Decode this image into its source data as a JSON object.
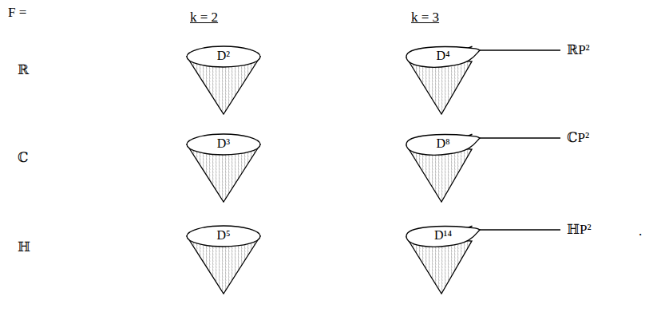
{
  "diagram": {
    "nodes": [
      {
        "text": [
          "D²"
        ]
      },
      {
        "text": [
          "D⁴"
        ]
      },
      {
        "text": [
          "D³"
        ]
      },
      {
        "text": [
          "D⁸"
        ]
      },
      {
        "text": [
          "D⁵"
        ]
      },
      {
        "text": [
          "D¹⁴"
        ]
      }
    ],
    "labels": [
      "F =",
      "k = 2",
      "k = 3",
      "ℝ",
      "ℝP²",
      "ℂ",
      "ℂP²",
      "ℍ",
      "ℍP²",
      "."
    ]
  }
}
